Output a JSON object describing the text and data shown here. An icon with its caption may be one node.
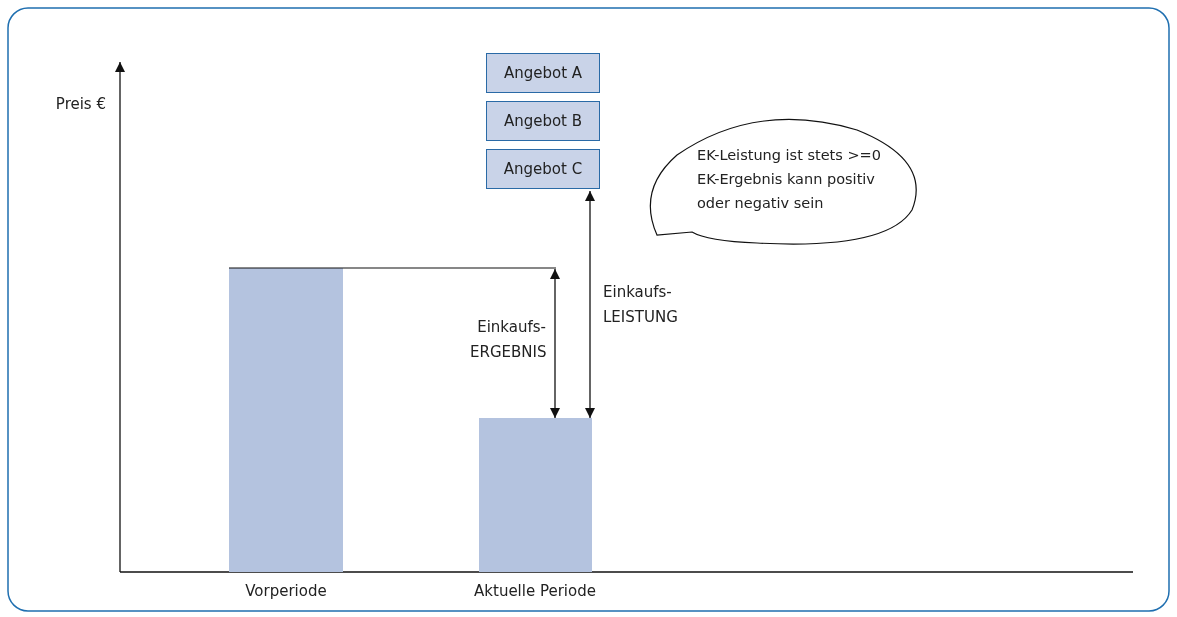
{
  "diagram": {
    "nodes": [
      {
        "text": [
          "Angebot A"
        ]
      },
      {
        "text": [
          "Angebot B"
        ]
      },
      {
        "text": [
          "Angebot C"
        ]
      },
      {
        "text": [
          "EK-Leistung ist stets >=0",
          "EK-Ergebnis kann positiv oder negativ sein"
        ]
      }
    ],
    "labels": [
      "Preis €",
      "Einkaufs- LEISTUNG",
      "Einkaufs- ERGEBNIS",
      "Vorperiode",
      "Aktuelle Periode"
    ]
  }
}
